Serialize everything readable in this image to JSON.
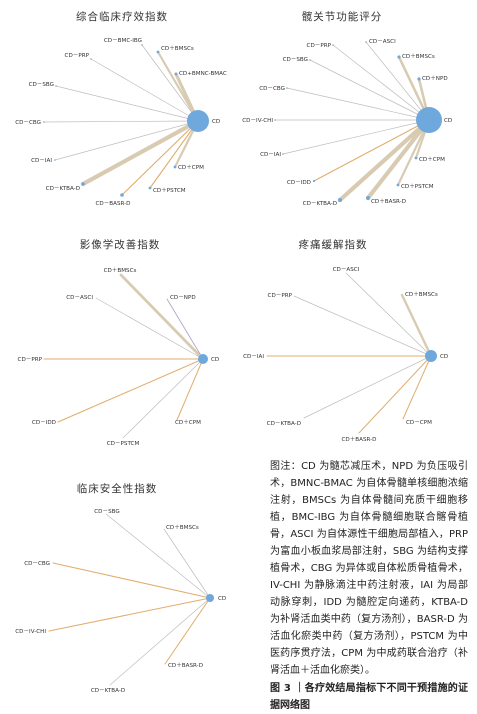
{
  "colors": {
    "node": "#6ea8dc",
    "edge_strong": "#d8cbb2",
    "edge_orange": "#e0ad6c",
    "edge_gray": "#bdbdbd",
    "edge_violet": "#b3a8c9"
  },
  "networks": [
    {
      "title": "综合临床疗效指数",
      "center_label": "CD",
      "nodes": [
        {
          "label": "CD－BMC-IBG"
        },
        {
          "label": "CD＋BMSCs"
        },
        {
          "label": "CD－PRP"
        },
        {
          "label": "CD+BMNC-BMAC"
        },
        {
          "label": "CD－SBG"
        },
        {
          "label": "CD－CBG"
        },
        {
          "label": "CD－IAI"
        },
        {
          "label": "CD＋CPM"
        },
        {
          "label": "CD－KTBA-D"
        },
        {
          "label": "CD＋PSTCM"
        },
        {
          "label": "CD－BASR-D"
        }
      ]
    },
    {
      "title": "髋关节功能评分",
      "center_label": "CD",
      "nodes": [
        {
          "label": "CD－PRP"
        },
        {
          "label": "CD－ASCI"
        },
        {
          "label": "CD＋BMSCs"
        },
        {
          "label": "CD－SBG"
        },
        {
          "label": "CD＋NPD"
        },
        {
          "label": "CD－CBG"
        },
        {
          "label": "CD－IV-CHI"
        },
        {
          "label": "CD－IAI"
        },
        {
          "label": "CD＋CPM"
        },
        {
          "label": "CD－IDD"
        },
        {
          "label": "CD＋PSTCM"
        },
        {
          "label": "CD－KTBA-D"
        },
        {
          "label": "CD＋BASR-D"
        }
      ]
    },
    {
      "title": "影像学改善指数",
      "center_label": "CD",
      "nodes": [
        {
          "label": "CD＋BMSCs"
        },
        {
          "label": "CD－ASCI"
        },
        {
          "label": "CD－NPD"
        },
        {
          "label": "CD－PRP"
        },
        {
          "label": "CD－IDD"
        },
        {
          "label": "CD＋CPM"
        },
        {
          "label": "CD－PSTCM"
        }
      ]
    },
    {
      "title": "疼痛缓解指数",
      "center_label": "CD",
      "nodes": [
        {
          "label": "CD－ASCI"
        },
        {
          "label": "CD－PRP"
        },
        {
          "label": "CD＋BMSCs"
        },
        {
          "label": "CD－IAI"
        },
        {
          "label": "CD－KTBA-D"
        },
        {
          "label": "CD－CPM"
        },
        {
          "label": "CD＋BASR-D"
        }
      ]
    },
    {
      "title": "临床安全性指数",
      "center_label": "CD",
      "nodes": [
        {
          "label": "CD－SBG"
        },
        {
          "label": "CD＋BMSCs"
        },
        {
          "label": "CD－CBG"
        },
        {
          "label": "CD－IV-CHI"
        },
        {
          "label": "CD＋BASR-D"
        },
        {
          "label": "CD－KTBA-D"
        }
      ]
    }
  ],
  "caption": {
    "body": "图注：CD 为髓芯减压术，NPD 为负压吸引术，BMNC-BMAC 为自体骨髓单核细胞浓缩注射，BMSCs 为自体骨髓间充质干细胞移植，BMC-IBG 为自体骨髓细胞联合髂骨植骨，ASCI 为自体源性干细胞局部植入，PRP 为富血小板血浆局部注射，SBG 为结构支撑植骨术，CBG 为异体或自体松质骨植骨术，IV-CHI 为静脉滴注中药注射液，IAI 为局部动脉穿刺，IDD 为髓腔定向递药，KTBA-D 为补肾活血类中药（复方汤剂），BASR-D 为活血化瘀类中药（复方汤剂），PSTCM 为中医药序贯疗法，CPM 为中成药联合治疗（补肾活血＋活血化瘀类）。",
    "title": "图 3 ｜各疗效结局指标下不同干预措施的证据网络图"
  }
}
